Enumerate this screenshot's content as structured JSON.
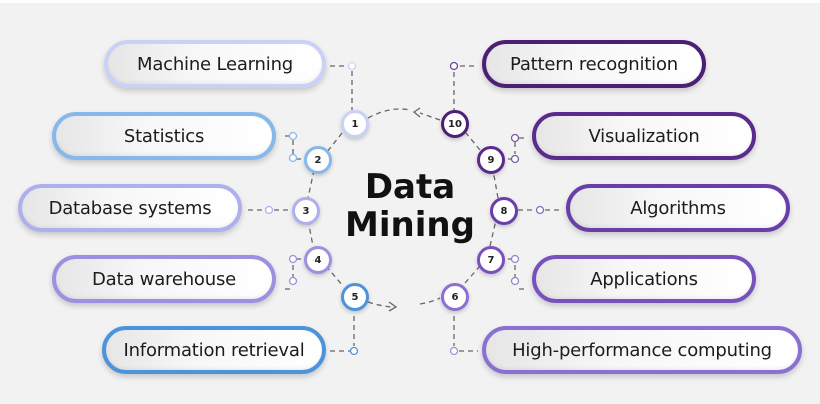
{
  "title": {
    "line1": "Data",
    "line2": "Mining"
  },
  "left_items": [
    {
      "num": "1",
      "label": "Machine Learning",
      "color": "#c9d2f6"
    },
    {
      "num": "2",
      "label": "Statistics",
      "color": "#86b9ea"
    },
    {
      "num": "3",
      "label": "Database systems",
      "color": "#aeb0ee"
    },
    {
      "num": "4",
      "label": "Data warehouse",
      "color": "#9d8fe2"
    },
    {
      "num": "5",
      "label": "Information retrieval",
      "color": "#4d93dc"
    }
  ],
  "right_items": [
    {
      "num": "10",
      "label": "Pattern recognition",
      "color": "#4b1f73"
    },
    {
      "num": "9",
      "label": "Visualization",
      "color": "#5a2b8c"
    },
    {
      "num": "8",
      "label": "Algorithms",
      "color": "#6a3ea8"
    },
    {
      "num": "7",
      "label": "Applications",
      "color": "#7752bd"
    },
    {
      "num": "6",
      "label": "High-performance computing",
      "color": "#8a70d2"
    }
  ],
  "connector_color": "#666666"
}
